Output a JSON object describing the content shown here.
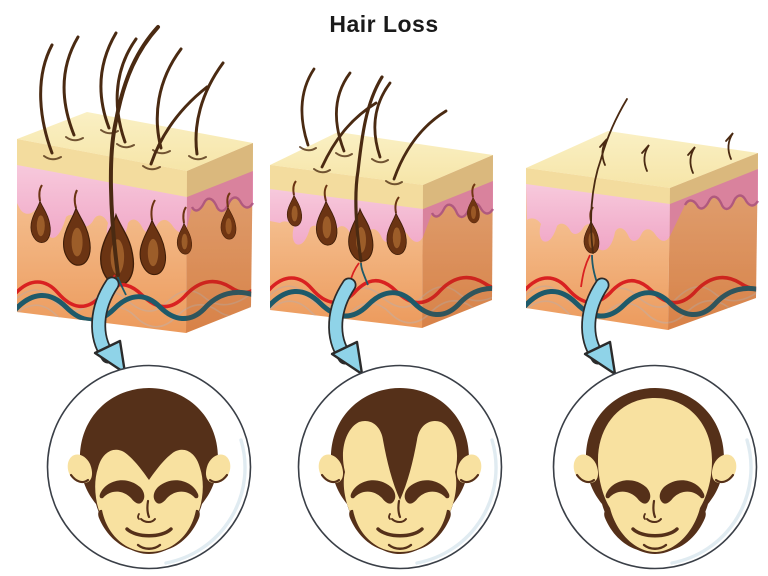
{
  "title": "Hair Loss",
  "diagram": {
    "type": "medical-illustration",
    "subject": "progressive hair loss shown in three skin cross-sections, each linked by an arrow to a head showing the matching balding stage",
    "stages": [
      {
        "id": "stage-1",
        "skin_hair_count": 8,
        "follicle_count": 6,
        "head": "full hair, slight temple recession"
      },
      {
        "id": "stage-2",
        "skin_hair_count": 6,
        "follicle_count": 5,
        "head": "receding hairline with widow's peak"
      },
      {
        "id": "stage-3",
        "skin_hair_count": 4,
        "follicle_count": 1,
        "head": "bald crown with side fringe only"
      }
    ]
  },
  "palette": {
    "background": "#ffffff",
    "title_color": "#1a1a1a",
    "skin_top": "#f6e5a8",
    "epidermis_pink": "#f0a6c6",
    "dermis_orange": "#ec9a5c",
    "follicle_brown": "#6b3413",
    "hair_brown": "#4a2a12",
    "vessel_red": "#d92121",
    "vessel_teal": "#1e5a6a",
    "arrow_cyan": "#8fd3e8",
    "head_hair_brown": "#553019",
    "face_cream": "#f8e1a0"
  }
}
